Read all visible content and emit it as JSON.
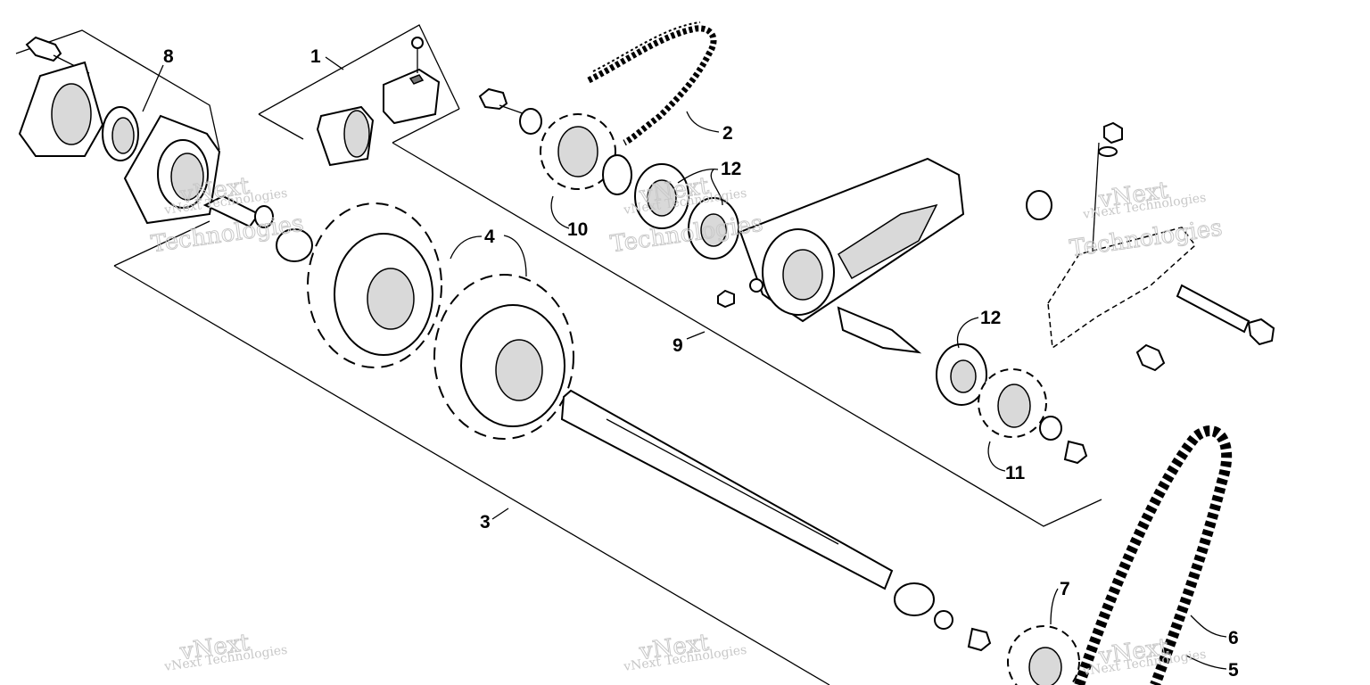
{
  "callouts": [
    {
      "id": "8",
      "label": "8"
    },
    {
      "id": "1",
      "label": "1"
    },
    {
      "id": "2",
      "label": "2"
    },
    {
      "id": "12a",
      "label": "12"
    },
    {
      "id": "10",
      "label": "10"
    },
    {
      "id": "4",
      "label": "4"
    },
    {
      "id": "9",
      "label": "9"
    },
    {
      "id": "12b",
      "label": "12"
    },
    {
      "id": "11",
      "label": "11"
    },
    {
      "id": "3",
      "label": "3"
    },
    {
      "id": "7",
      "label": "7"
    },
    {
      "id": "6",
      "label": "6"
    },
    {
      "id": "5",
      "label": "5"
    }
  ],
  "watermark": {
    "line1": "vNext Technologies",
    "brand_top": "vNext",
    "brand_bottom": "Technologies"
  }
}
